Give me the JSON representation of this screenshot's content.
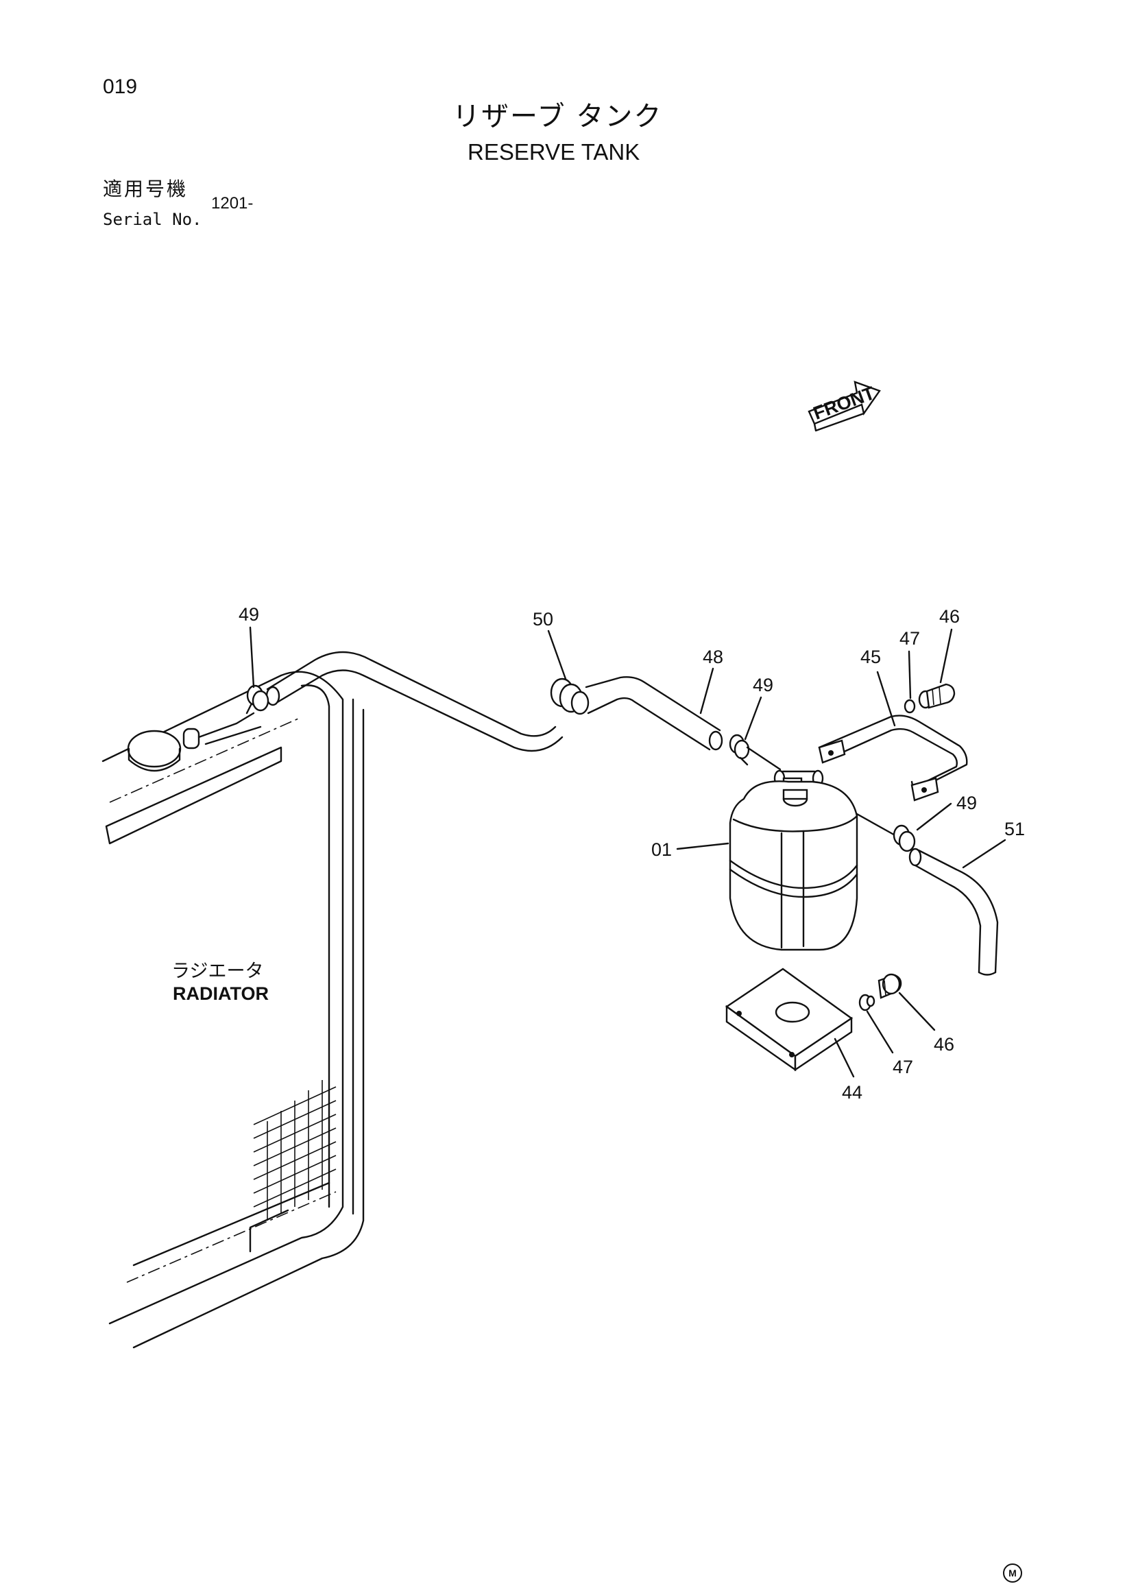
{
  "header": {
    "page_number": "019",
    "title_jp": "リザーブ タンク",
    "title_en": "RESERVE TANK",
    "serial_label_jp": "適用号機",
    "serial_label_en": "Serial No.",
    "serial_value": "1201-"
  },
  "diagram": {
    "front_arrow_text": "FRONT",
    "radiator_label_jp": "ラジエータ",
    "radiator_label_en": "RADIATOR",
    "callouts": {
      "tank": "01",
      "bracket_base": "44",
      "band": "45",
      "bolt_upper": "46",
      "bolt_lower": "46",
      "washer_upper": "47",
      "washer_lower": "47",
      "hose_48": "48",
      "clamp_radiator": "49",
      "clamp_mid": "49",
      "clamp_tank": "49",
      "grommet": "50",
      "overflow_hose": "51"
    }
  },
  "footer": {
    "marker": "M"
  }
}
